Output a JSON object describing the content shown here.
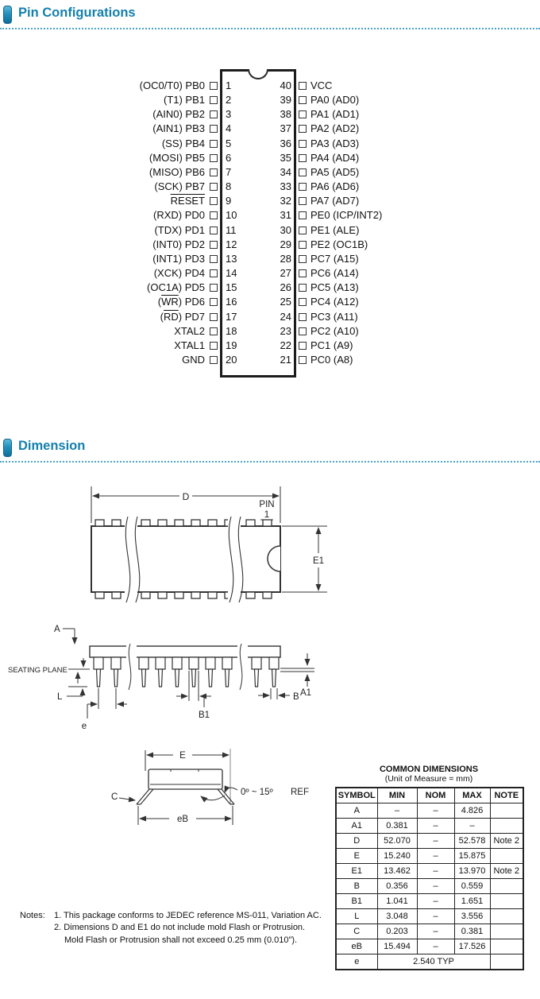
{
  "sections": {
    "pin_config_title": "Pin Configurations",
    "dimension_title": "Dimension"
  },
  "theme": {
    "accent_text": "#1480ad",
    "dotted_rule": "#4aa3c7",
    "line_color": "#333333"
  },
  "pin_diagram": {
    "left_pins": [
      {
        "num": "1",
        "label": "(OC0/T0) PB0"
      },
      {
        "num": "2",
        "label": "(T1) PB1"
      },
      {
        "num": "3",
        "label": "(AIN0) PB2"
      },
      {
        "num": "4",
        "label": "(AIN1) PB3"
      },
      {
        "num": "5",
        "label": "(SS) PB4"
      },
      {
        "num": "6",
        "label": "(MOSI) PB5"
      },
      {
        "num": "7",
        "label": "(MISO) PB6"
      },
      {
        "num": "8",
        "label": "(SCK) PB7"
      },
      {
        "num": "9",
        "label": "{RESET}"
      },
      {
        "num": "10",
        "label": "(RXD) PD0"
      },
      {
        "num": "11",
        "label": "(TDX) PD1"
      },
      {
        "num": "12",
        "label": "(INT0) PD2"
      },
      {
        "num": "13",
        "label": "(INT1) PD3"
      },
      {
        "num": "14",
        "label": "(XCK) PD4"
      },
      {
        "num": "15",
        "label": "(OC1A) PD5"
      },
      {
        "num": "16",
        "label": "({WR}) PD6"
      },
      {
        "num": "17",
        "label": "({RD}) PD7"
      },
      {
        "num": "18",
        "label": "XTAL2"
      },
      {
        "num": "19",
        "label": "XTAL1"
      },
      {
        "num": "20",
        "label": "GND"
      }
    ],
    "right_pins": [
      {
        "num": "40",
        "label": "VCC"
      },
      {
        "num": "39",
        "label": "PA0 (AD0)"
      },
      {
        "num": "38",
        "label": "PA1 (AD1)"
      },
      {
        "num": "37",
        "label": "PA2 (AD2)"
      },
      {
        "num": "36",
        "label": "PA3 (AD3)"
      },
      {
        "num": "35",
        "label": "PA4 (AD4)"
      },
      {
        "num": "34",
        "label": "PA5 (AD5)"
      },
      {
        "num": "33",
        "label": "PA6 (AD6)"
      },
      {
        "num": "32",
        "label": "PA7 (AD7)"
      },
      {
        "num": "31",
        "label": "PE0 (ICP/INT2)"
      },
      {
        "num": "30",
        "label": "PE1 (ALE)"
      },
      {
        "num": "29",
        "label": "PE2 (OC1B)"
      },
      {
        "num": "28",
        "label": "PC7 (A15)"
      },
      {
        "num": "27",
        "label": "PC6 (A14)"
      },
      {
        "num": "26",
        "label": "PC5 (A13)"
      },
      {
        "num": "25",
        "label": "PC4 (A12)"
      },
      {
        "num": "24",
        "label": "PC3 (A11)"
      },
      {
        "num": "23",
        "label": "PC2 (A10)"
      },
      {
        "num": "22",
        "label": "PC1 (A9)"
      },
      {
        "num": "21",
        "label": "PC0 (A8)"
      }
    ]
  },
  "dimension_drawing": {
    "top_view": {
      "d": "D",
      "pin_word": "PIN",
      "pin_one": "1",
      "e1": "E1"
    },
    "side_view": {
      "a": "A",
      "seating": "SEATING PLANE",
      "l": "L",
      "e": "e",
      "b1": "B1",
      "b": "B",
      "a1": "A1"
    },
    "end_view": {
      "e": "E",
      "c": "C",
      "eb": "eB",
      "angle": "0º ~ 15º",
      "ref": "REF"
    }
  },
  "table": {
    "title": "COMMON DIMENSIONS",
    "subtitle": "(Unit of Measure = mm)",
    "headers": [
      "SYMBOL",
      "MIN",
      "NOM",
      "MAX",
      "NOTE"
    ],
    "rows": [
      {
        "symbol": "A",
        "min": "–",
        "nom": "–",
        "max": "4.826",
        "note": ""
      },
      {
        "symbol": "A1",
        "min": "0.381",
        "nom": "–",
        "max": "–",
        "note": ""
      },
      {
        "symbol": "D",
        "min": "52.070",
        "nom": "–",
        "max": "52.578",
        "note": "Note 2"
      },
      {
        "symbol": "E",
        "min": "15.240",
        "nom": "–",
        "max": "15.875",
        "note": ""
      },
      {
        "symbol": "E1",
        "min": "13.462",
        "nom": "–",
        "max": "13.970",
        "note": "Note 2"
      },
      {
        "symbol": "B",
        "min": "0.356",
        "nom": "–",
        "max": "0.559",
        "note": ""
      },
      {
        "symbol": "B1",
        "min": "1.041",
        "nom": "–",
        "max": "1.651",
        "note": ""
      },
      {
        "symbol": "L",
        "min": "3.048",
        "nom": "–",
        "max": "3.556",
        "note": ""
      },
      {
        "symbol": "C",
        "min": "0.203",
        "nom": "–",
        "max": "0.381",
        "note": ""
      },
      {
        "symbol": "eB",
        "min": "15.494",
        "nom": "–",
        "max": "17.526",
        "note": ""
      },
      {
        "symbol": "e",
        "span": "2.540 TYP",
        "note": ""
      }
    ]
  },
  "notes": {
    "label": "Notes:",
    "lines": [
      {
        "text": "1. This package conforms to JEDEC reference MS-011, Variation AC.",
        "indent": 0
      },
      {
        "text": "2. Dimensions D and E1 do not include mold Flash or Protrusion.",
        "indent": 0
      },
      {
        "text": "Mold Flash or Protrusion shall not exceed 0.25 mm (0.010\").",
        "indent": 1
      }
    ]
  }
}
